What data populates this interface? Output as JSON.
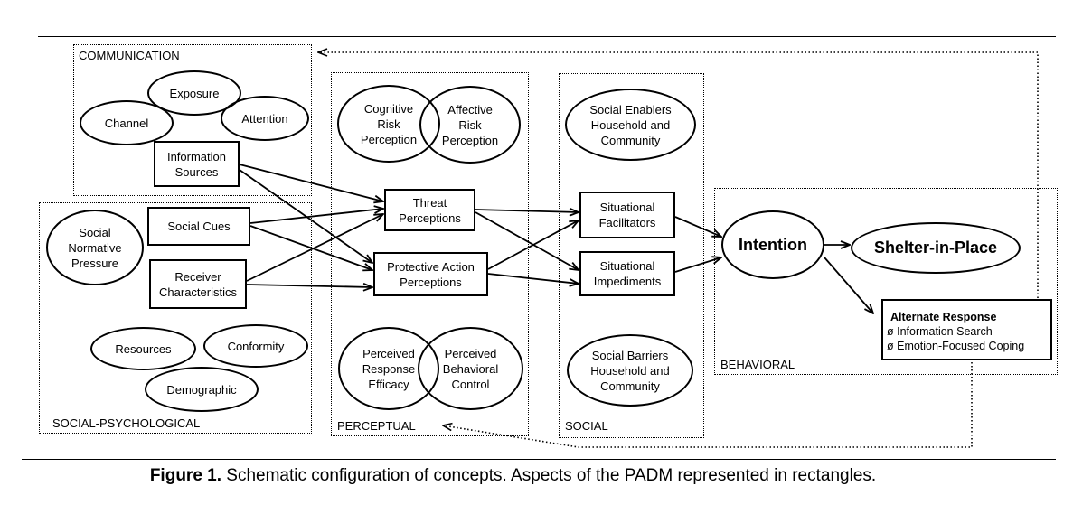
{
  "groups": {
    "communication": "COMMUNICATION",
    "social_psychological": "SOCIAL-PSYCHOLOGICAL",
    "perceptual": "PERCEPTUAL",
    "social": "SOCIAL",
    "behavioral": "BEHAVIORAL"
  },
  "communication": {
    "exposure": "Exposure",
    "channel": "Channel",
    "attention": "Attention",
    "information_sources": [
      "Information",
      "Sources"
    ]
  },
  "social_psychological": {
    "social_normative_pressure": [
      "Social",
      "Normative",
      "Pressure"
    ],
    "social_cues": "Social Cues",
    "receiver_characteristics": [
      "Receiver",
      "Characteristics"
    ],
    "resources": "Resources",
    "conformity": "Conformity",
    "demographic": "Demographic"
  },
  "perceptual": {
    "cognitive_risk": [
      "Cognitive",
      "Risk",
      "Perception"
    ],
    "affective_risk": [
      "Affective",
      "Risk",
      "Perception"
    ],
    "threat_perceptions": [
      "Threat",
      "Perceptions"
    ],
    "protective_action": [
      "Protective Action",
      "Perceptions"
    ],
    "response_efficacy": [
      "Perceived",
      "Response",
      "Efficacy"
    ],
    "behavioral_control": [
      "Perceived",
      "Behavioral",
      "Control"
    ]
  },
  "social": {
    "enablers": [
      "Social Enablers",
      "Household and",
      "Community"
    ],
    "facilitators": [
      "Situational",
      "Facilitators"
    ],
    "impediments": [
      "Situational",
      "Impediments"
    ],
    "barriers": [
      "Social Barriers",
      "Household and",
      "Community"
    ]
  },
  "behavioral": {
    "intention": "Intention",
    "shelter": "Shelter-in-Place",
    "alternate_title": "Alternate Response",
    "alternate_items": [
      "ø Information Search",
      "ø Emotion-Focused Coping"
    ]
  },
  "caption": {
    "label": "Figure 1.",
    "text": " Schematic configuration of concepts. Aspects of the PADM represented in rectangles."
  }
}
